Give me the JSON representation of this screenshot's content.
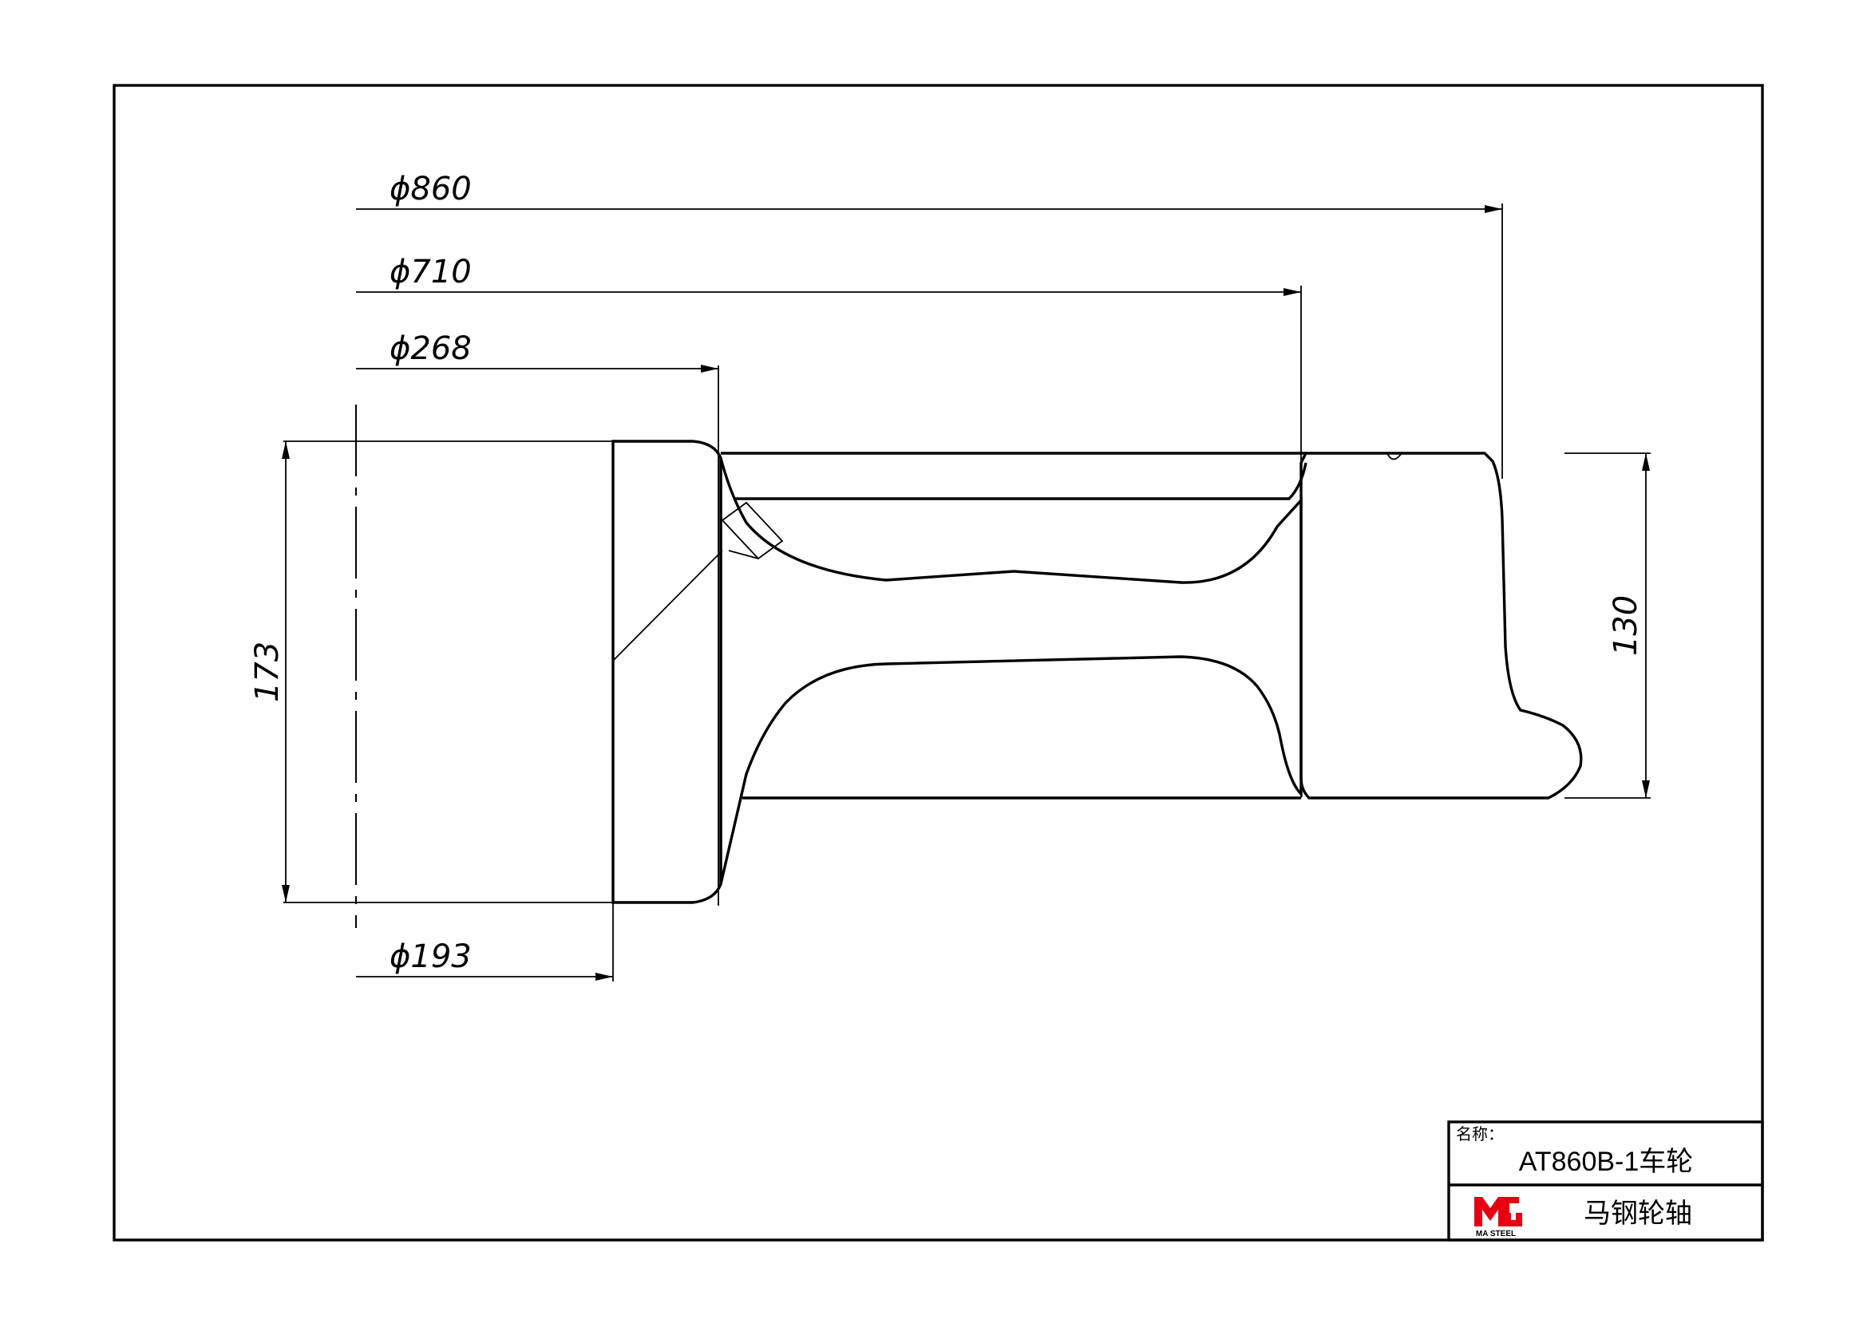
{
  "dimensions": {
    "d860": "ϕ860",
    "d710": "ϕ710",
    "d268": "ϕ268",
    "d193": "ϕ193",
    "h173": "173",
    "h130": "130"
  },
  "title_block": {
    "name_label": "名称：",
    "part_name": "AT860B-1车轮",
    "company_name": "马钢轮轴",
    "logo_text": "MA STEEL",
    "logo_color": "#e60012"
  },
  "colors": {
    "line": "#000000",
    "background": "#ffffff"
  }
}
